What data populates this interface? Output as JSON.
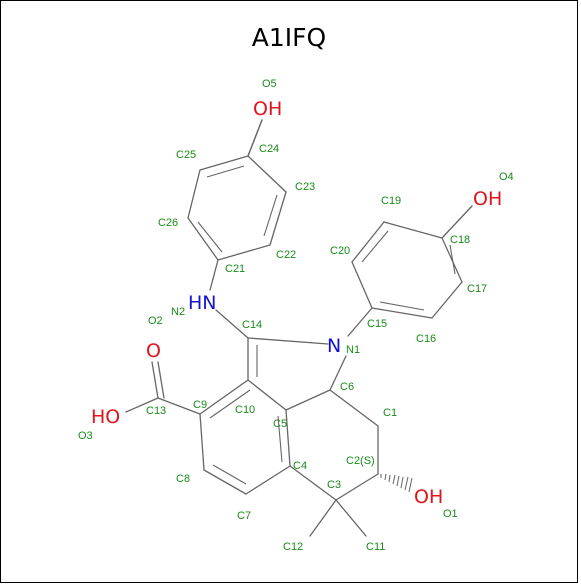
{
  "title": "A1IFQ",
  "colors": {
    "label": "#1a8a1a",
    "oxygen": "#e0141b",
    "nitrogen": "#1414d0",
    "bond": "#666666"
  },
  "atom_labels": {
    "O5": "O5",
    "C25": "C25",
    "C24": "C24",
    "C23": "C23",
    "C26": "C26",
    "C22": "C22",
    "C21": "C21",
    "O4": "O4",
    "C19": "C19",
    "C18": "C18",
    "C20": "C20",
    "C17": "C17",
    "C15": "C15",
    "C16": "C16",
    "N2": "N2",
    "O2": "O2",
    "C14": "C14",
    "N1": "N1",
    "C6": "C6",
    "C13": "C13",
    "C9": "C9",
    "C10": "C10",
    "C5": "C5",
    "C1": "C1",
    "O3": "O3",
    "C2S": "C2(S)",
    "C8": "C8",
    "C4": "C4",
    "C3": "C3",
    "C7": "C7",
    "O1": "O1",
    "C12": "C12",
    "C11": "C11"
  },
  "heteroatoms": {
    "oh_top": "OH",
    "oh_right": "OH",
    "hn": "HN",
    "n1": "N",
    "o_carbonyl": "O",
    "ho_acid": "HO",
    "oh_ring": "OH"
  }
}
